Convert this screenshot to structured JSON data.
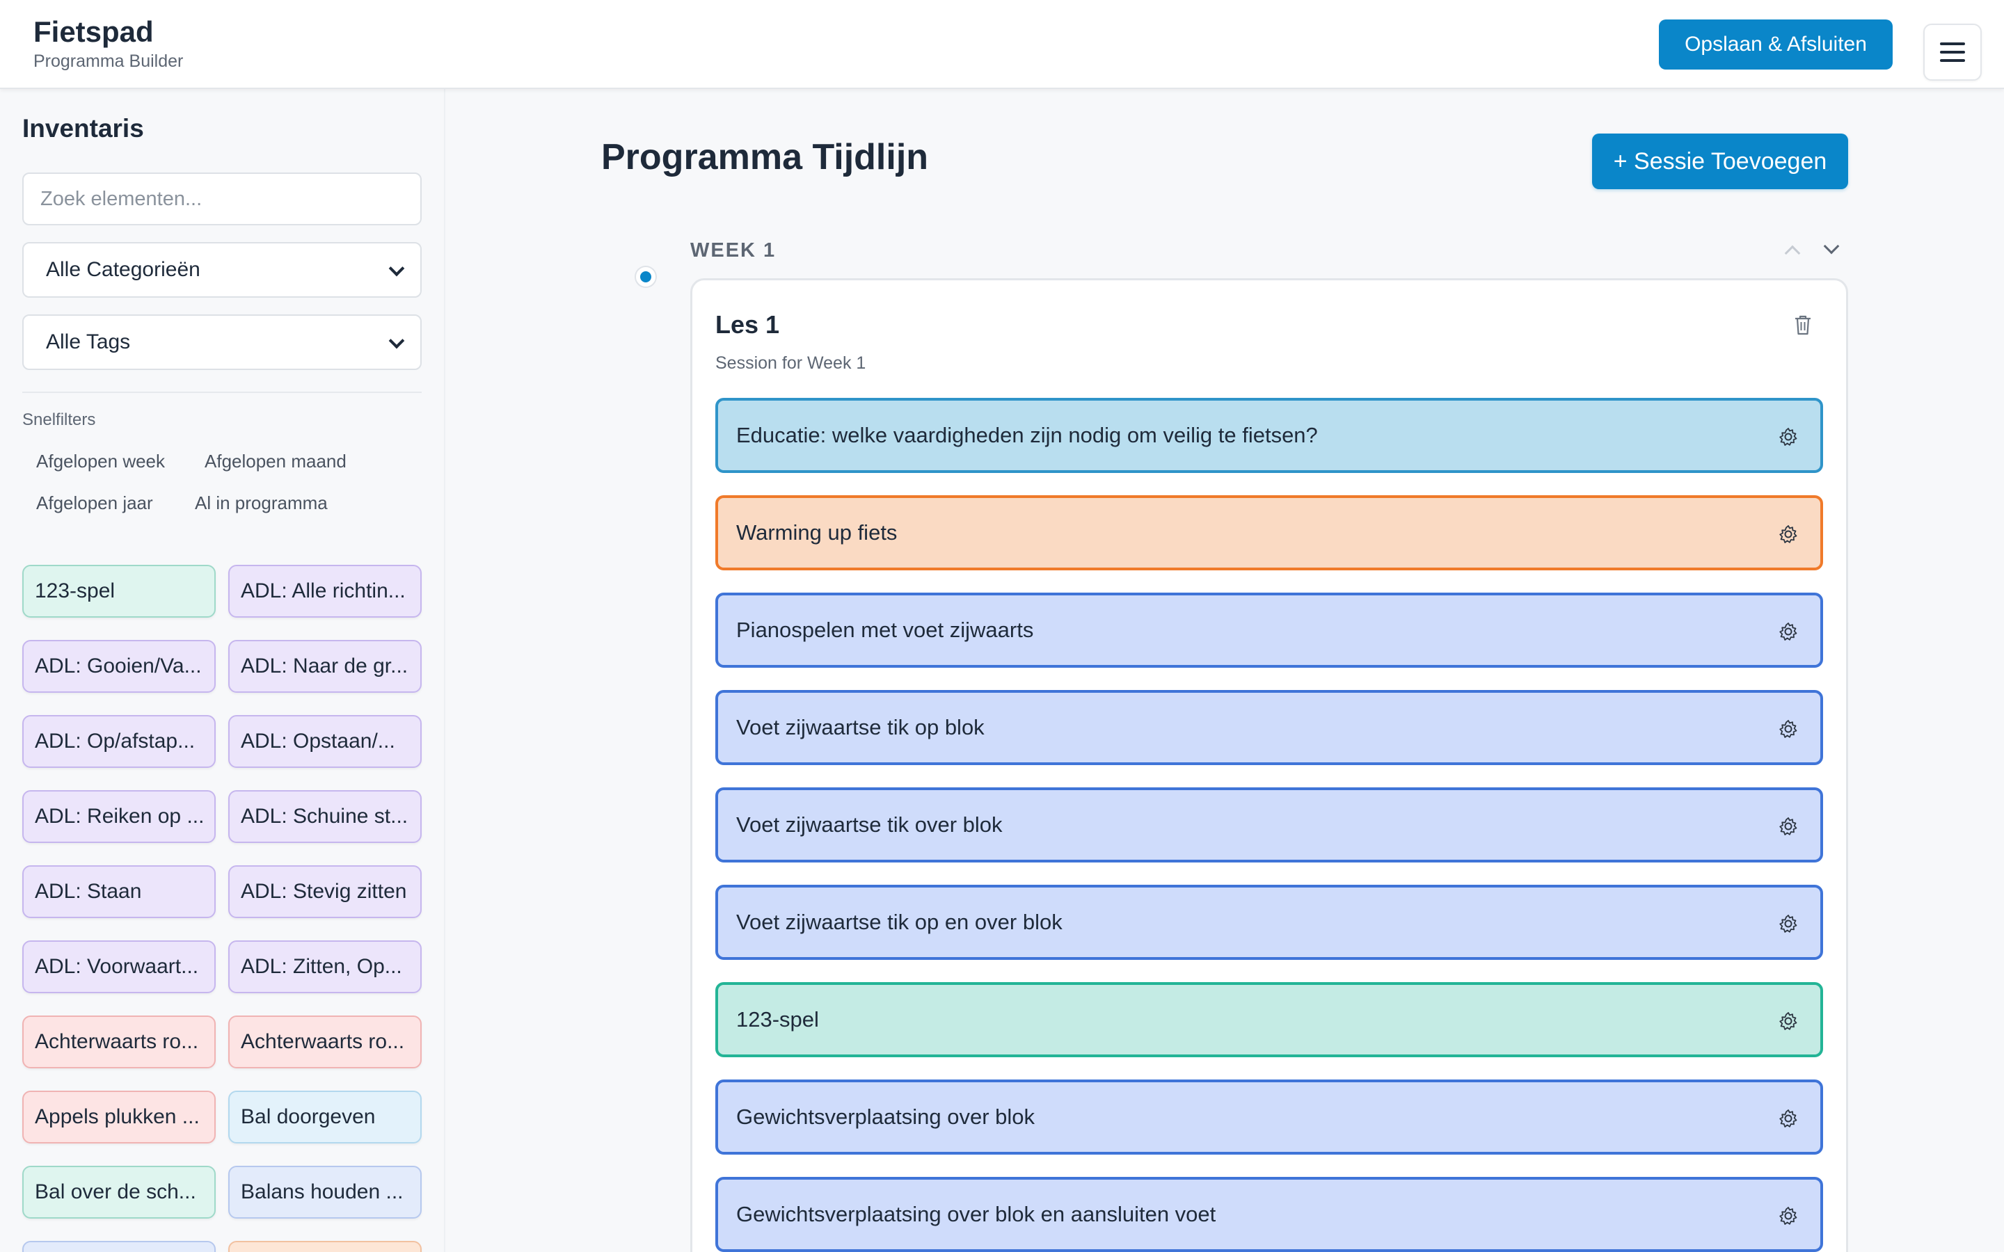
{
  "header": {
    "brand_title": "Fietspad",
    "brand_subtitle": "Programma Builder",
    "save_button": "Opslaan & Afsluiten",
    "menu_icon": "hamburger-menu-icon"
  },
  "sidebar": {
    "title": "Inventaris",
    "search_placeholder": "Zoek elementen...",
    "category_select": "Alle Categorieën",
    "tag_select": "Alle Tags",
    "quick_filters_label": "Snelfilters",
    "quick_filters": [
      "Afgelopen week",
      "Afgelopen maand",
      "Afgelopen jaar",
      "Al in programma"
    ],
    "items": [
      {
        "label": "123-spel",
        "color": "teal"
      },
      {
        "label": "ADL: Alle richtin...",
        "color": "purple"
      },
      {
        "label": "ADL: Gooien/Va...",
        "color": "purple"
      },
      {
        "label": "ADL: Naar de gr...",
        "color": "purple"
      },
      {
        "label": "ADL: Op/afstap...",
        "color": "purple"
      },
      {
        "label": "ADL: Opstaan/...",
        "color": "purple"
      },
      {
        "label": "ADL: Reiken op ...",
        "color": "purple"
      },
      {
        "label": "ADL: Schuine st...",
        "color": "purple"
      },
      {
        "label": "ADL: Staan",
        "color": "purple"
      },
      {
        "label": "ADL: Stevig zitten",
        "color": "purple"
      },
      {
        "label": "ADL: Voorwaart...",
        "color": "purple"
      },
      {
        "label": "ADL: Zitten, Op...",
        "color": "purple"
      },
      {
        "label": "Achterwaarts ro...",
        "color": "red"
      },
      {
        "label": "Achterwaarts ro...",
        "color": "red"
      },
      {
        "label": "Appels plukken ...",
        "color": "red"
      },
      {
        "label": "Bal doorgeven",
        "color": "blue"
      },
      {
        "label": "Bal over de sch...",
        "color": "teal"
      },
      {
        "label": "Balans houden ...",
        "color": "lblue"
      },
      {
        "label": "",
        "color": "lblue"
      },
      {
        "label": "",
        "color": "orange"
      }
    ]
  },
  "main": {
    "title": "Programma Tijdlijn",
    "add_session_button": "+ Sessie Toevoegen",
    "week_label": "WEEK 1",
    "session": {
      "title": "Les 1",
      "subtitle": "Session for Week 1",
      "exercises": [
        {
          "label": "Educatie: welke vaardigheden zijn nodig om veilig te fietsen?",
          "type": "edu"
        },
        {
          "label": "Warming up fiets",
          "type": "warm"
        },
        {
          "label": "Pianospelen met voet zijwaarts",
          "type": "ex"
        },
        {
          "label": "Voet zijwaartse tik op blok",
          "type": "ex"
        },
        {
          "label": "Voet zijwaartse tik over blok",
          "type": "ex"
        },
        {
          "label": "Voet zijwaartse tik op en over blok",
          "type": "ex"
        },
        {
          "label": "123-spel",
          "type": "game"
        },
        {
          "label": "Gewichtsverplaatsing over blok",
          "type": "ex"
        },
        {
          "label": "Gewichtsverplaatsing over blok en aansluiten voet",
          "type": "ex"
        }
      ]
    }
  },
  "colors": {
    "accent": "#0a86c9",
    "edu": "#b9deef",
    "warm": "#fadac3",
    "exercise": "#cfdcfb",
    "game": "#c4ebe4"
  }
}
